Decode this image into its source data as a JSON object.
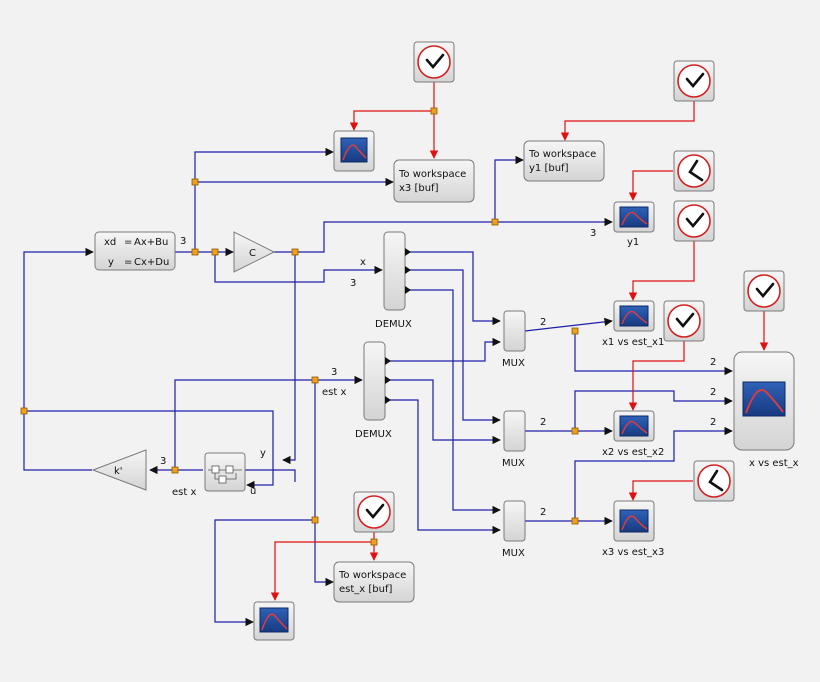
{
  "blocks": {
    "state_space": {
      "line1_lhs": "xd",
      "line1_rhs": "Ax+Bu",
      "line2_lhs": "y",
      "line2_rhs": "Cx+Du"
    },
    "gain_c": "C",
    "gain_k": "k'",
    "demux_top": "DEMUX",
    "demux_mid": "DEMUX",
    "mux_1": "MUX",
    "mux_2": "MUX",
    "mux_3": "MUX",
    "scope_x1": "x1 vs est_x1",
    "scope_x2": "x2 vs est_x2",
    "scope_x3": "x3 vs est_x3",
    "scope_y1": "y1",
    "scope_big": "x vs est_x",
    "tows_x3": {
      "line1": "To workspace",
      "line2": "x3 [buf]"
    },
    "tows_y1": {
      "line1": "To workspace",
      "line2": "y1 [buf]"
    },
    "tows_estx": {
      "line1": "To workspace",
      "line2": "est_x [buf]"
    },
    "observer": {
      "in_y": "y",
      "in_u": "u",
      "out": "est x"
    }
  },
  "labels": {
    "ss_out_width": "3",
    "y1_width": "3",
    "x_label": "x",
    "x_width": "3",
    "estx_width": "3",
    "estx_label": "est x",
    "k_width": "3",
    "mux1_width": "2",
    "mux2_width": "2",
    "mux3_width": "2",
    "big1_width": "2",
    "big2_width": "2",
    "big3_width": "2"
  },
  "colors": {
    "data_link": "#1f1fa8",
    "event_link": "#e01010",
    "split": "#f0a020",
    "clock_ring": "#d42020"
  }
}
